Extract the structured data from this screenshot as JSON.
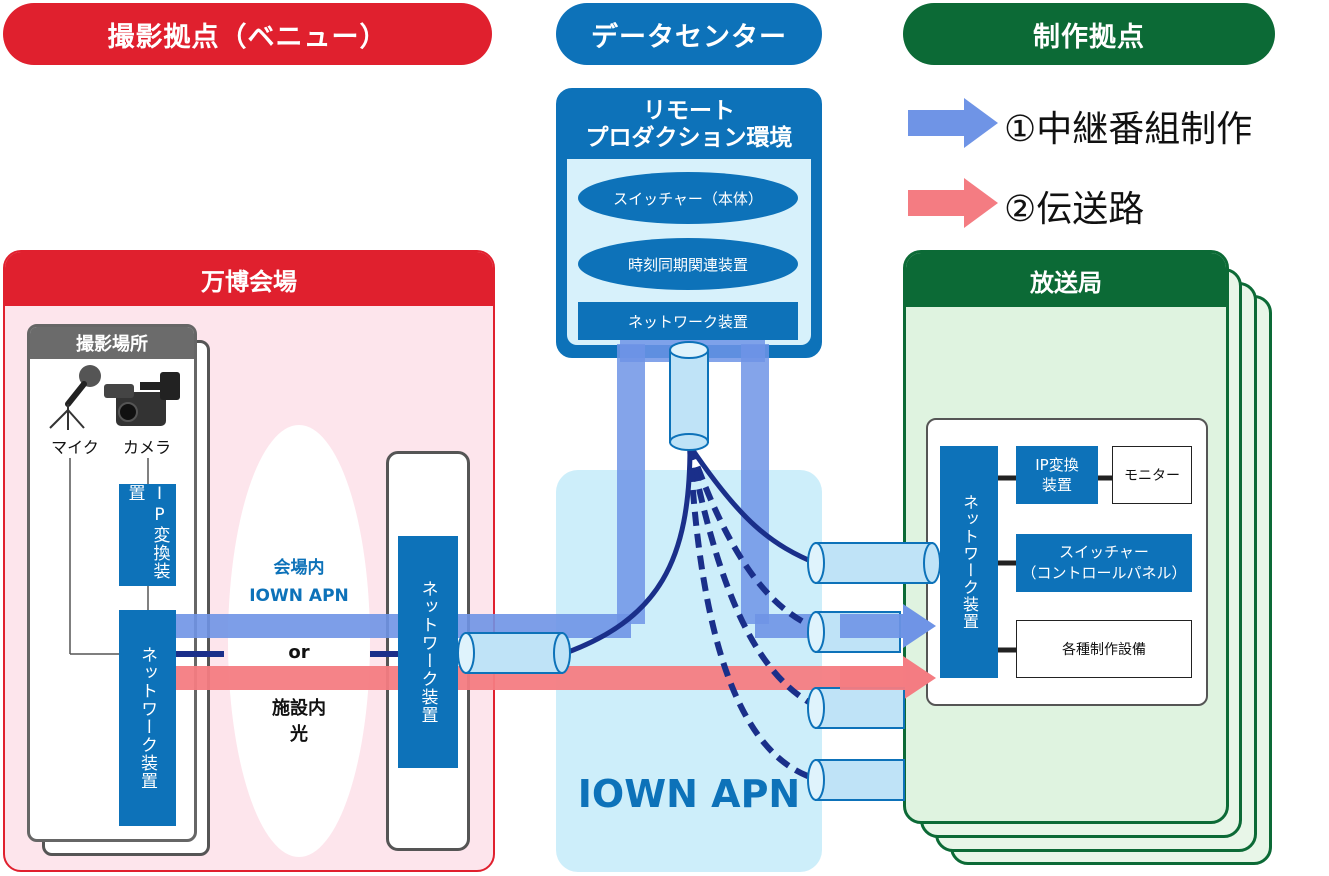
{
  "headers": {
    "venue": "撮影拠点（ベニュー）",
    "datacenter": "データセンター",
    "production": "制作拠点"
  },
  "legend": {
    "item1": "①中継番組制作",
    "item2": "②伝送路",
    "color1": "#6f94e6",
    "color2": "#f47c82"
  },
  "venue": {
    "title": "万博会場",
    "site_title": "撮影場所",
    "mic_label": "マイク",
    "camera_label": "カメラ",
    "ip_converter": "IP変換装置",
    "network_device": "ネットワーク装置",
    "option1_line1": "会場内",
    "option1_line2": "IOWN APN",
    "or_label": "or",
    "option2_line1": "施設内",
    "option2_line2": "光",
    "network_device2": "ネットワーク装置"
  },
  "datacenter": {
    "title_line1": "リモート",
    "title_line2": "プロダクション環境",
    "switcher": "スイッチャー（本体）",
    "timesync": "時刻同期関連装置",
    "network_device": "ネットワーク装置",
    "apn_label": "IOWN APN"
  },
  "station": {
    "title": "放送局",
    "network_device": "ネットワーク装置",
    "ip_converter_line1": "IP変換",
    "ip_converter_line2": "装置",
    "monitor": "モニター",
    "switcher_line1": "スイッチャー",
    "switcher_line2": "（コントロールパネル）",
    "equipment": "各種制作設備"
  },
  "colors": {
    "red": "#e0202e",
    "blue": "#0d72b9",
    "green": "#0c6a36",
    "navy": "#1a2f8a"
  }
}
